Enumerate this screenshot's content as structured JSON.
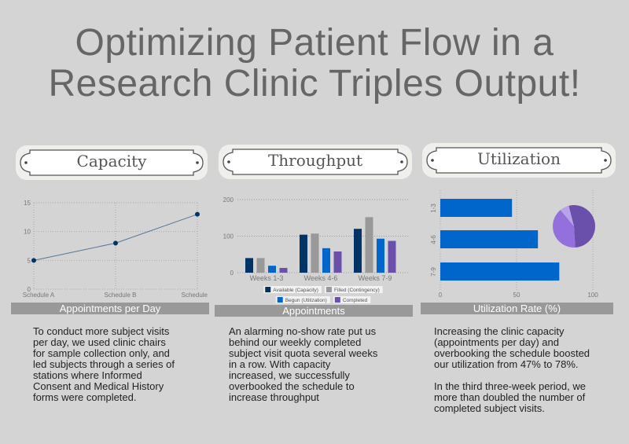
{
  "title": {
    "line1": "Optimizing Patient Flow in a",
    "line2": "Research Clinic Triples Output!"
  },
  "sections": [
    {
      "heading": "Capacity",
      "caption": "Appointments per Day",
      "text": "To conduct more subject visits\nper day, we used clinic chairs\nfor sample collection only, and\nled subjects through a series of\nstations where Informed\nConsent and Medical History\nforms were completed."
    },
    {
      "heading": "Throughput",
      "caption": "Appointments",
      "text": "An alarming no-show rate put us\nbehind our weekly completed\nsubject visit quota several weeks\nin a row. With capacity\nincreased, we successfully\noverbooked the schedule to\nincrease throughput"
    },
    {
      "heading": "Utilization",
      "caption": "Utilization Rate (%)",
      "text": "Increasing the clinic capacity\n (appointments per day) and\noverbooking the schedule boosted\nour utilization from 47% to 78%.\n\nIn the third three-week period, we\nmore than doubled the number of\ncompleted subject visits."
    }
  ],
  "chart_data": [
    {
      "type": "line",
      "categories": [
        "Schedule A",
        "Schedule B",
        "Schedule"
      ],
      "values": [
        5,
        8,
        13
      ],
      "ylim": [
        0,
        15
      ],
      "yticks": [
        0,
        5,
        10,
        15
      ],
      "grid": true,
      "color": "#003366"
    },
    {
      "type": "bar",
      "categories": [
        "Weeks 1-3",
        "Weeks 4-6",
        "Weeks 7-9"
      ],
      "ylim": [
        0,
        200
      ],
      "yticks": [
        0,
        100,
        200
      ],
      "legend": "bottom",
      "series": [
        {
          "name": "Available (Capacity)",
          "values": [
            40,
            104,
            120
          ],
          "color": "#003366"
        },
        {
          "name": "Filled (Contingency)",
          "values": [
            40,
            107,
            152
          ],
          "color": "#999999"
        },
        {
          "name": "Begun (Utilization)",
          "values": [
            19,
            67,
            93
          ],
          "color": "#0066cc"
        },
        {
          "name": "Completed",
          "values": [
            13,
            58,
            87
          ],
          "color": "#6a4fab"
        }
      ]
    },
    {
      "type": "bar",
      "orientation": "horizontal",
      "categories": [
        "1-3",
        "4-6",
        "7-9"
      ],
      "values": [
        47,
        64,
        78
      ],
      "xlim": [
        0,
        100
      ],
      "xticks": [
        0,
        50,
        100
      ],
      "color": "#0066cc"
    },
    {
      "type": "pie",
      "values": [
        53,
        40,
        7
      ],
      "colors": [
        "#6a4fab",
        "#9370db",
        "#b8a2e8"
      ]
    }
  ]
}
